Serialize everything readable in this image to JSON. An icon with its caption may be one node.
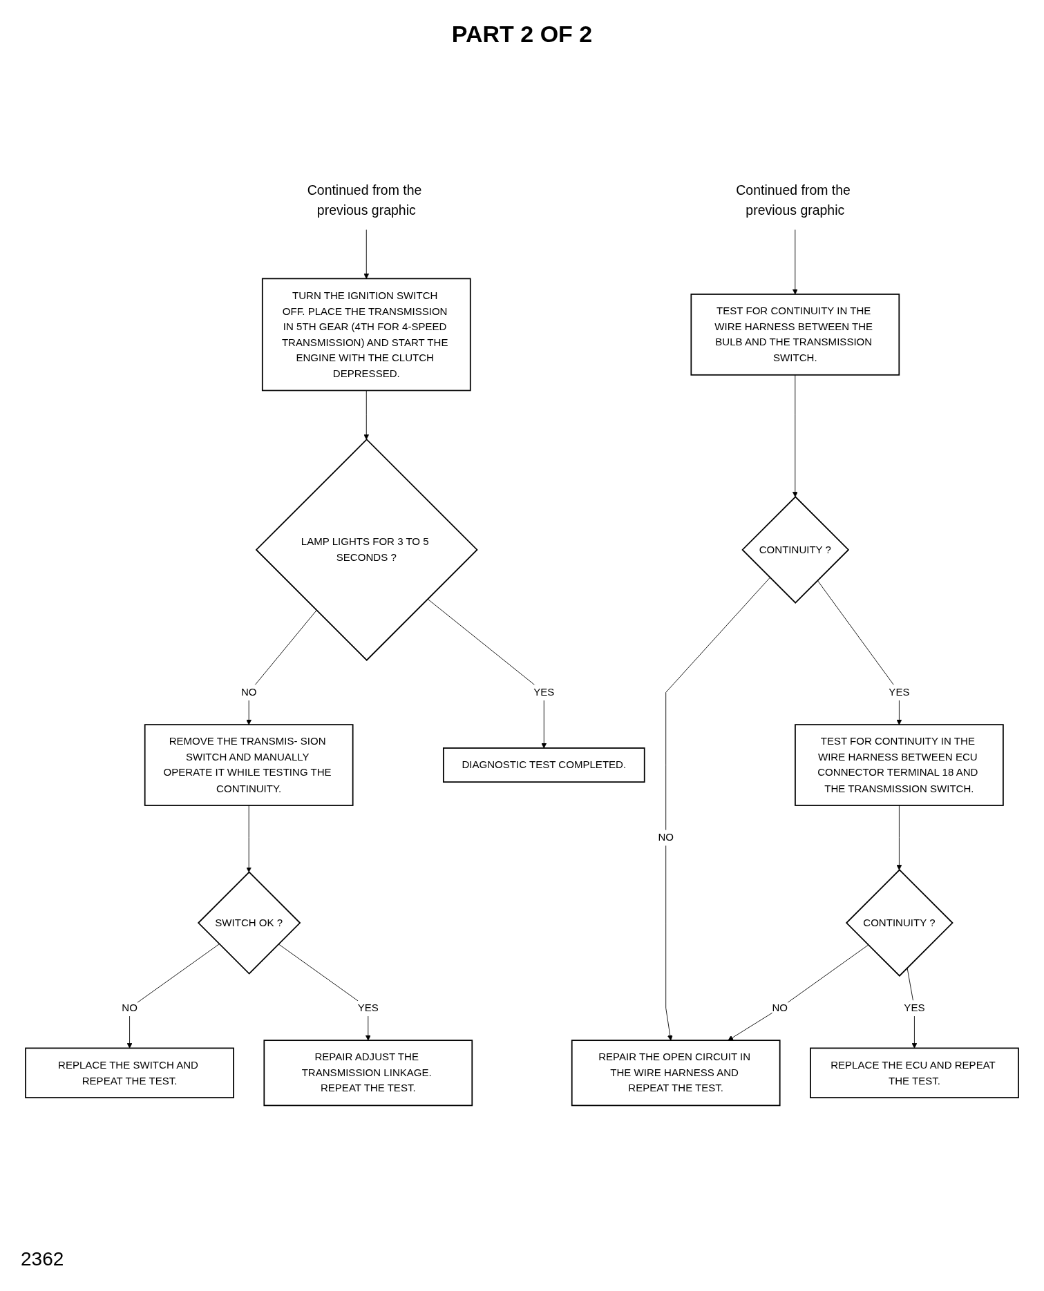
{
  "diagram": {
    "title": "PART 2 OF 2",
    "nodes": [
      {
        "text": [
          "Continued from the previous graphic"
        ]
      },
      {
        "text": [
          "Continued from the previous graphic"
        ]
      },
      {
        "text": [
          "TEST FOR CONTINUITY IN THE WIRE HARNESS BETWEEN THE BULB AND THE TRANSMISSION SWITCH."
        ]
      },
      {
        "text": [
          "TURN THE IGNITION SWITCH OFF. PLACE THE TRANSMISSION IN 5TH GEAR (4TH FOR 4-SPEED TRANSMISSION) AND START THE ENGINE WITH THE CLUTCH DEPRESSED."
        ]
      },
      {
        "text": [
          "CONTINUITY ?"
        ]
      },
      {
        "text": [
          "REPAIR THE OPEN CIRCUIT IN THE WIRE HARNESS AND REPEAT THE TEST."
        ]
      },
      {
        "text": [
          "TEST FOR CONTINUITY IN THE WIRE HARNESS BETWEEN ECU CONNECTOR TERMINAL 18 AND THE TRANSMISSION SWITCH."
        ]
      },
      {
        "text": [
          "LAMP LIGHTS FOR 3 TO 5 SECONDS ?"
        ]
      },
      {
        "text": [
          "REMOVE THE TRANSMIS- SION SWITCH AND MANUALLY OPERATE IT WHILE TESTING THE CONTINUITY."
        ]
      },
      {
        "text": [
          "CONTINUITY ?"
        ]
      },
      {
        "text": [
          "REPLACE THE ECU AND REPEAT THE TEST."
        ]
      },
      {
        "text": [
          "DIAGNOSTIC TEST COMPLETED."
        ]
      },
      {
        "text": [
          "SWITCH OK ?"
        ]
      },
      {
        "text": [
          "REPLACE THE SWITCH AND REPEAT THE TEST."
        ]
      },
      {
        "text": [
          "REPAIR ADJUST THE TRANSMISSION LINKAGE. REPEAT THE TEST."
        ]
      }
    ],
    "edges": [
      {
        "from": 0,
        "to": 3,
        "arrow": "to"
      },
      {
        "from": 1,
        "to": 2,
        "arrow": "to"
      },
      {
        "from": 2,
        "to": 4,
        "arrow": "to"
      },
      {
        "from": 4,
        "to": 5,
        "arrow": "to",
        "label": "NO"
      },
      {
        "from": 4,
        "to": 6,
        "arrow": "to",
        "label": "YES"
      },
      {
        "from": 3,
        "to": 7,
        "arrow": "to"
      },
      {
        "from": 7,
        "to": 8,
        "arrow": "to",
        "label": "NO"
      },
      {
        "from": 7,
        "to": 11,
        "arrow": "to",
        "label": "YES"
      },
      {
        "from": 6,
        "to": 9,
        "arrow": "to"
      },
      {
        "from": 9,
        "to": 5,
        "arrow": "to",
        "label": "NO"
      },
      {
        "from": 9,
        "to": 10,
        "arrow": "to",
        "label": "YES"
      },
      {
        "from": 8,
        "to": 12,
        "arrow": "to"
      },
      {
        "from": 12,
        "to": 13,
        "arrow": "to",
        "label": "NO"
      },
      {
        "from": 12,
        "to": 14,
        "arrow": "to",
        "label": "YES"
      }
    ],
    "labels": [
      "2362"
    ]
  }
}
